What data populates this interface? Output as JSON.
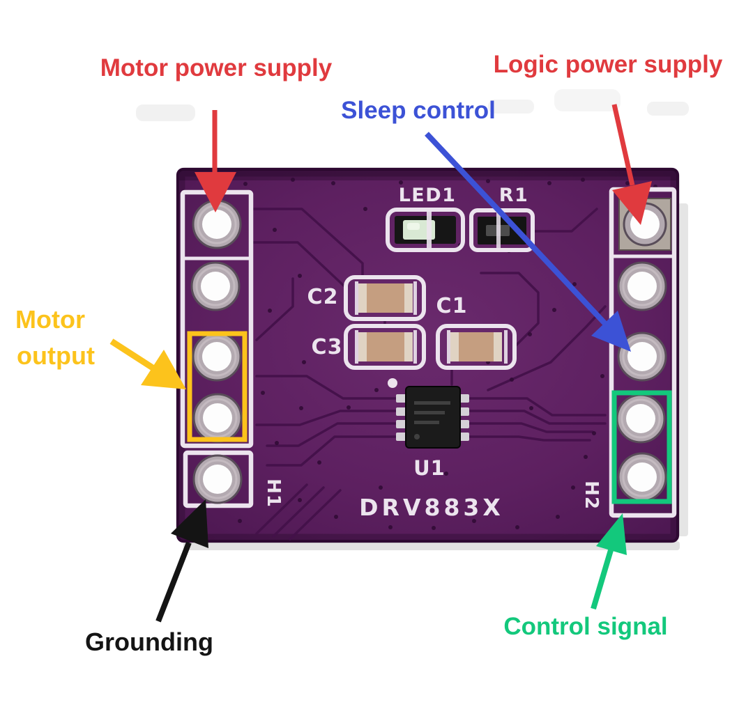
{
  "colors": {
    "red": "#e03a3e",
    "blue": "#3c52d6",
    "yellow": "#fcc31c",
    "green": "#13c87c",
    "black": "#141414",
    "pcb_purple": "#5d2060",
    "silkscreen_white": "#ece4ee"
  },
  "labels": {
    "motor_power": "Motor power supply",
    "logic_power": "Logic power supply",
    "sleep_control": "Sleep control",
    "motor_output_line1": "Motor",
    "motor_output_line2": "output",
    "grounding": "Grounding",
    "control_signal": "Control signal"
  },
  "silkscreen": {
    "led": "LED1",
    "resistor": "R1",
    "cap2": "C2",
    "cap1": "C1",
    "cap3": "C3",
    "ic": "U1",
    "part_number": "DRV883X",
    "header_left": "H1",
    "header_right": "H2"
  }
}
